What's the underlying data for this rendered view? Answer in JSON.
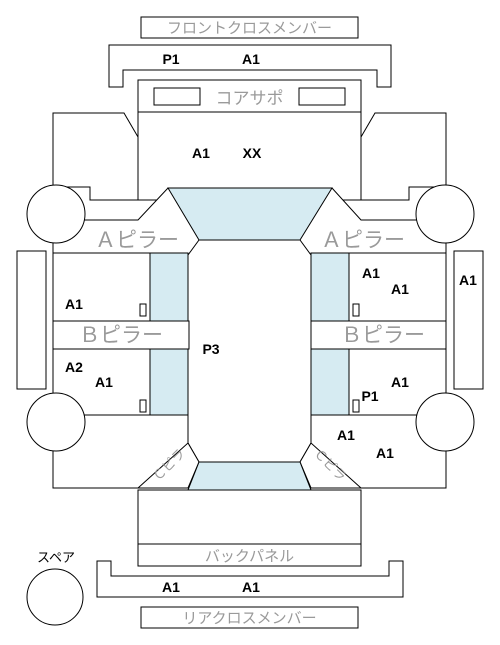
{
  "labels": {
    "front_cross_member": "フロントクロスメンバー",
    "core_support": "コアサポ",
    "a_pillar_left": "Ａピラー",
    "a_pillar_right": "Ａピラー",
    "b_pillar_left": "Ｂピラー",
    "b_pillar_right": "Ｂピラー",
    "back_panel": "バックパネル",
    "rear_cross_member": "リアクロスメンバー",
    "spare": "スペア",
    "c_pillar_left": "Ｃピラ",
    "c_pillar_right": "Ｃピラ"
  },
  "codes": {
    "front_member_left": "P1",
    "front_member_right": "A1",
    "hood_left": "A1",
    "hood_right": "XX",
    "front_door_left": "A1",
    "rear_door_left_1": "A2",
    "rear_door_left_2": "A1",
    "front_door_right_1": "A1",
    "front_door_right_2": "A1",
    "right_side_sill": "A1",
    "roof": "P3",
    "rear_door_right_a": "A1",
    "rear_door_right_b": "P1",
    "quarter_right_1": "A1",
    "quarter_right_2": "A1",
    "rear_member_left": "A1",
    "rear_member_right": "A1"
  },
  "colors": {
    "glass": "#d6ebf2",
    "outline": "#000000",
    "label_gray": "#9a9a9a"
  }
}
